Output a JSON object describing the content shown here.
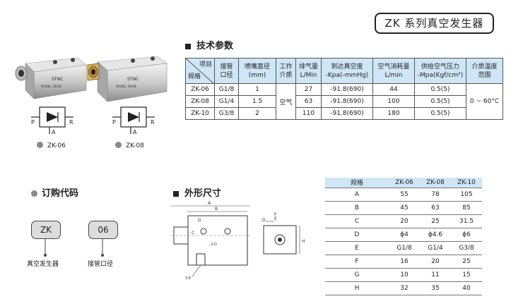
{
  "header": {
    "title": "ZK 系列真空发生器"
  },
  "tech": {
    "title": "技术参数",
    "corner_top": "项目",
    "corner_bottom": "规格",
    "headers": [
      [
        "接管",
        "口径"
      ],
      [
        "喷嘴直径",
        "(mm)"
      ],
      [
        "工作",
        "介质"
      ],
      [
        "排气量",
        "L/Min"
      ],
      [
        "到达真空度",
        "-Kpa(-mmHg)"
      ],
      [
        "空气消耗量",
        "L/min"
      ],
      [
        "供给空气压力",
        "-Mpa(Kgf/cm²)"
      ],
      [
        "介质温度",
        "范围"
      ]
    ],
    "rows": [
      {
        "model": "ZK-06",
        "port": "G1/8",
        "nozzle": "1",
        "flow": "27",
        "vacuum": "-91.8(690)",
        "consumption": "44",
        "pressure": "0.5(5)"
      },
      {
        "model": "ZK-08",
        "port": "G1/4",
        "nozzle": "1.5",
        "flow": "63",
        "vacuum": "-91.8(690)",
        "consumption": "100",
        "pressure": "0.5(5)"
      },
      {
        "model": "ZK-10",
        "port": "G3/8",
        "nozzle": "2",
        "flow": "110",
        "vacuum": "-91.8(690)",
        "consumption": "180",
        "pressure": "0.5(5)"
      }
    ],
    "medium": "空气",
    "temperature": "0 ~ 60°C"
  },
  "products": {
    "a": {
      "label": "ZK-06",
      "brand": "STNC",
      "text1": "MODEL: ZK-06",
      "port_p": "P",
      "port_r": "R",
      "port_a": "A"
    },
    "b": {
      "label": "ZK-08",
      "brand": "STNC",
      "text1": "MODEL: ZK-08",
      "port_p": "P",
      "port_r": "R",
      "port_a": "A"
    }
  },
  "order": {
    "title": "订购代码",
    "code1": "ZK",
    "code2": "06",
    "label1": "真空发生器",
    "label2": "接管口径"
  },
  "dimensions": {
    "title": "外形尺寸",
    "drawing_labels": {
      "a": "A",
      "b": "B",
      "c": "C",
      "d": "D",
      "e": "E",
      "f": "F",
      "g": "G",
      "h": "H",
      "hole1": "2-D",
      "hole2": "3-E"
    }
  },
  "dim_table": {
    "headers": [
      "规格",
      "ZK-06",
      "ZK-08",
      "ZK-10"
    ],
    "rows": [
      [
        "A",
        "55",
        "78",
        "105"
      ],
      [
        "B",
        "45",
        "63",
        "85"
      ],
      [
        "C",
        "20",
        "25",
        "31.5"
      ],
      [
        "D",
        "ϕ4",
        "ϕ4.6",
        "ϕ6"
      ],
      [
        "E",
        "G1/8",
        "G1/4",
        "G3/8"
      ],
      [
        "F",
        "16",
        "20",
        "25"
      ],
      [
        "G",
        "10",
        "11",
        "15"
      ],
      [
        "H",
        "32",
        "35",
        "40"
      ]
    ]
  },
  "colors": {
    "header_blue": "#cfe6f6",
    "border": "#555555"
  }
}
